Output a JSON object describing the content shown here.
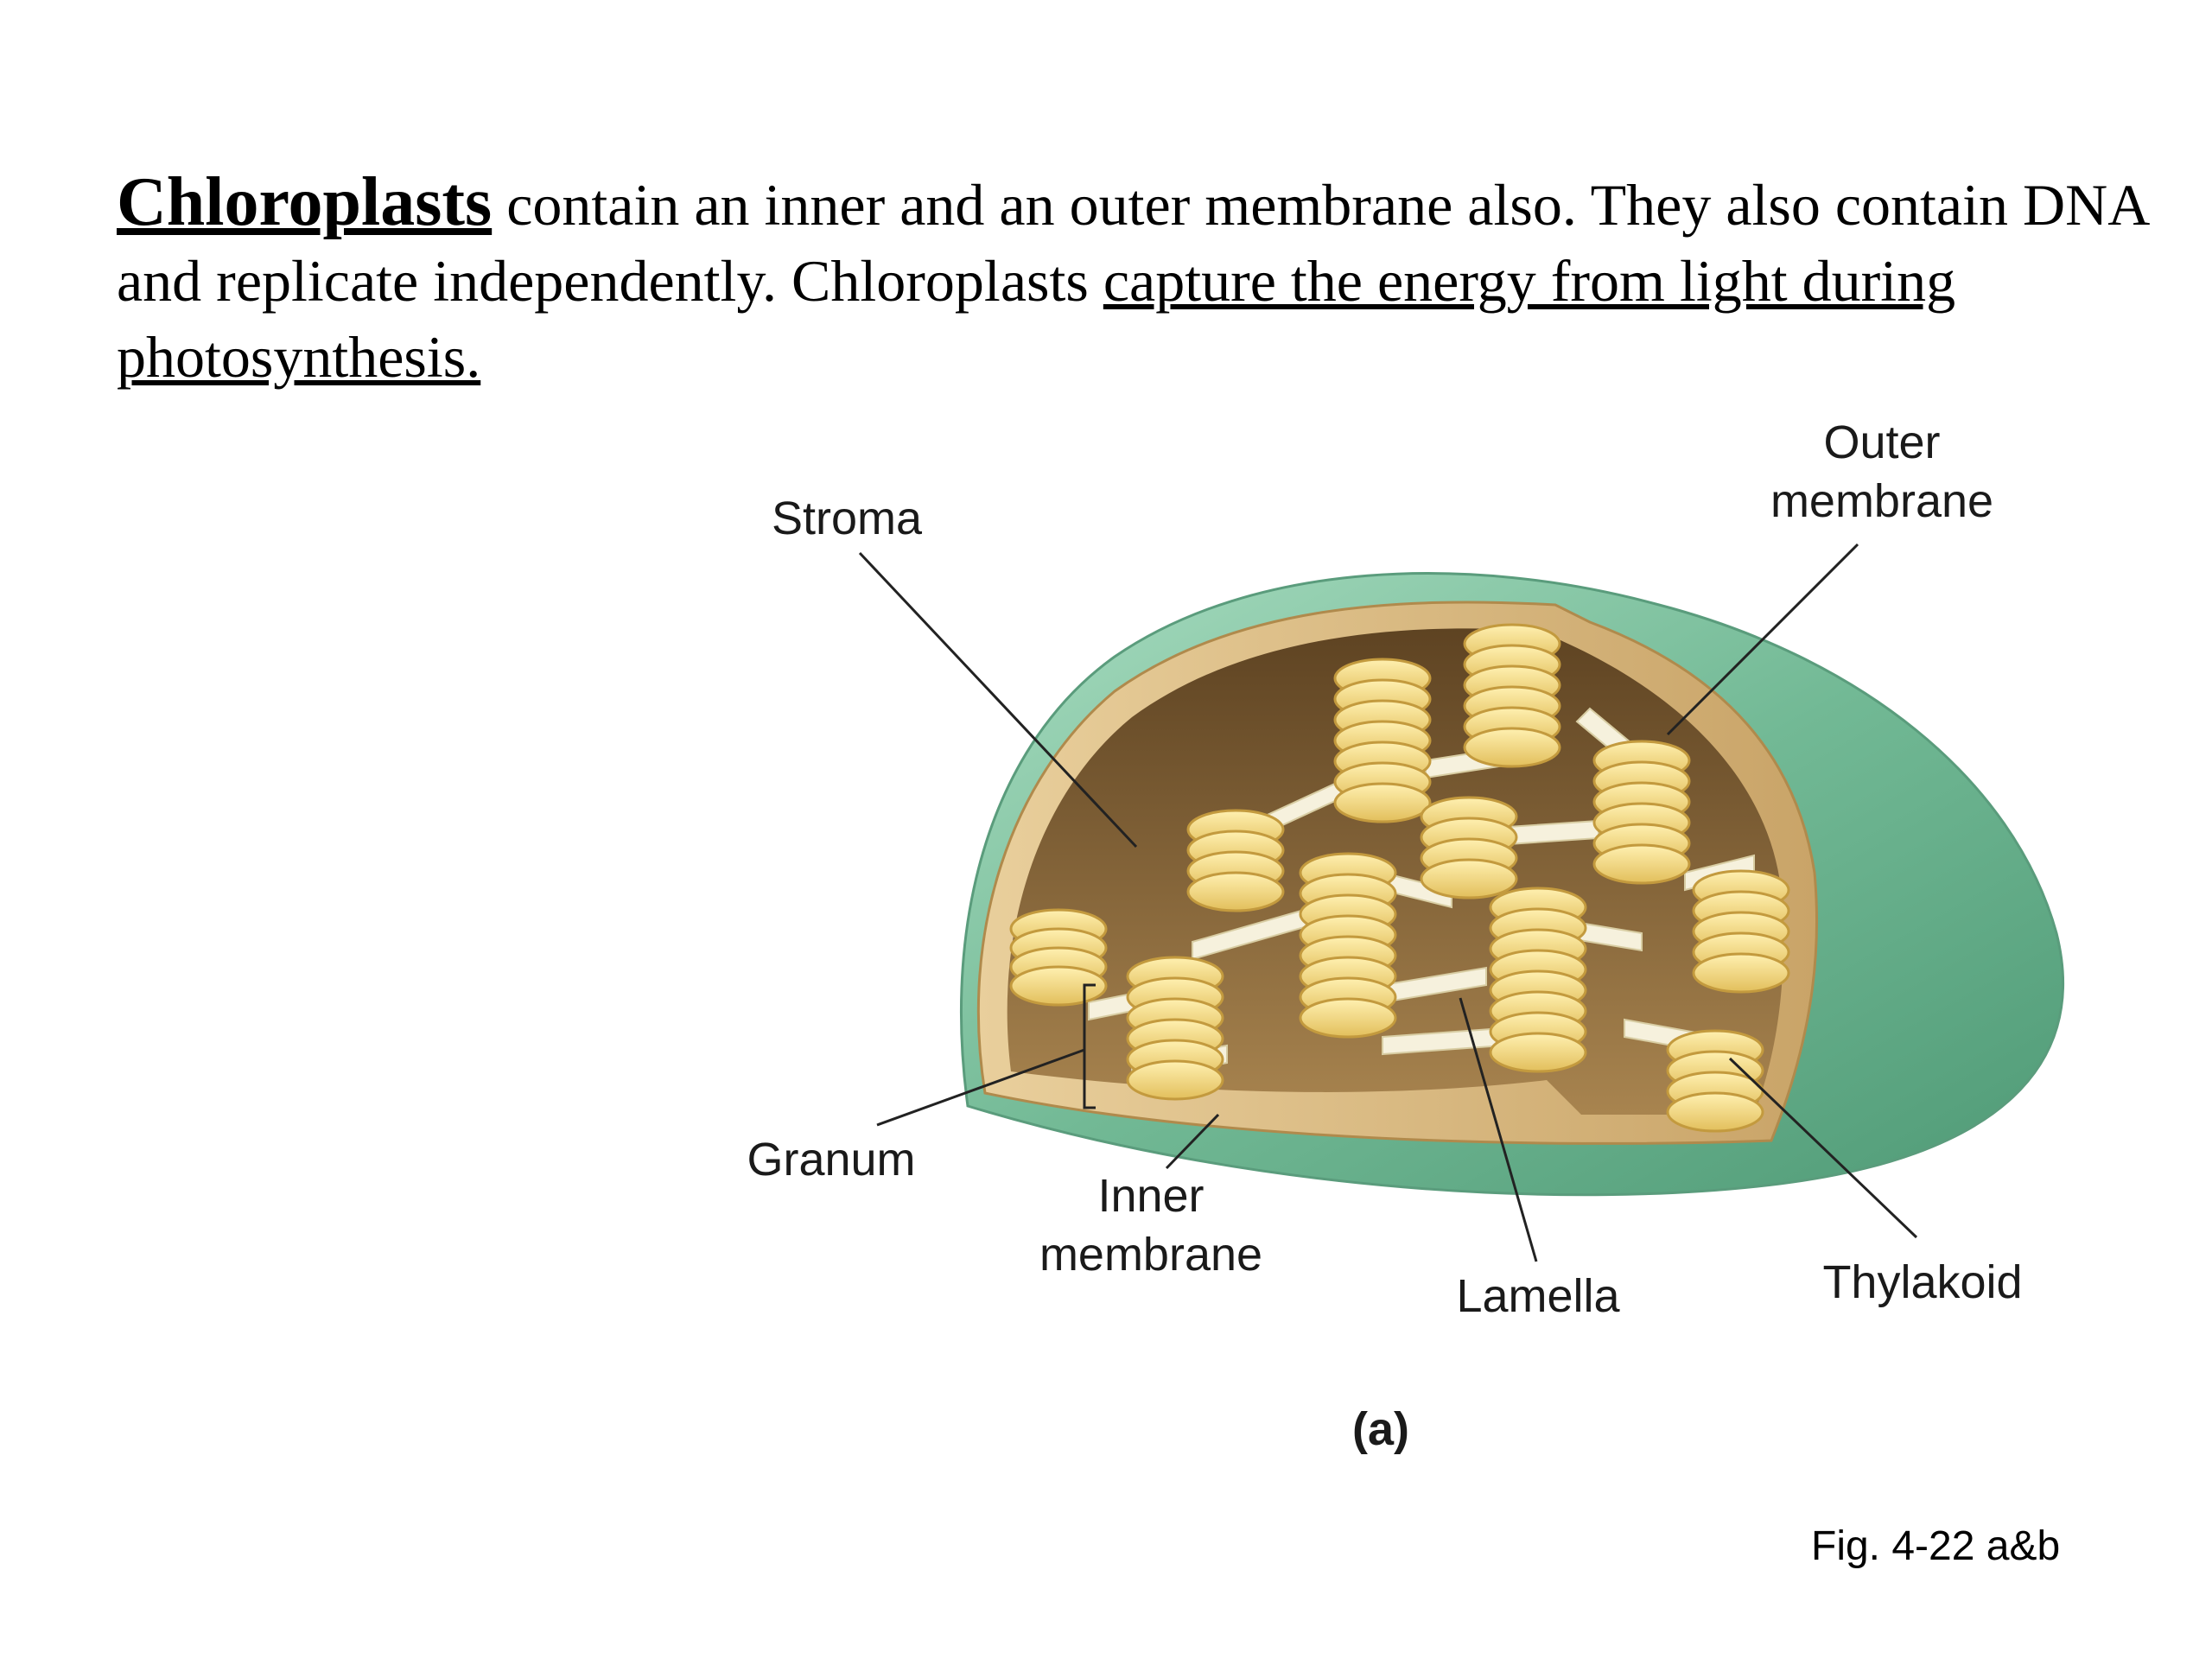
{
  "intro": {
    "term": "Chloroplasts",
    "text_1": " contain an inner and an outer membrane also.  They also contain DNA and replicate independently.  Chloroplasts ",
    "underlined": "capture the energy from light during photosynthesis."
  },
  "diagram": {
    "labels": {
      "stroma": "Stroma",
      "outer_1": "Outer",
      "outer_2": "membrane",
      "granum": "Granum",
      "inner_1": "Inner",
      "inner_2": "membrane",
      "lamella": "Lamella",
      "thylakoid": "Thylakoid"
    },
    "panel": "(a)"
  },
  "caption": "Fig. 4-22 a&b",
  "colors": {
    "outer_membrane": "#6db591",
    "inner_cavity": "#8a6a40",
    "grana": "#f1d987",
    "lamellae": "#f6f1dd"
  }
}
